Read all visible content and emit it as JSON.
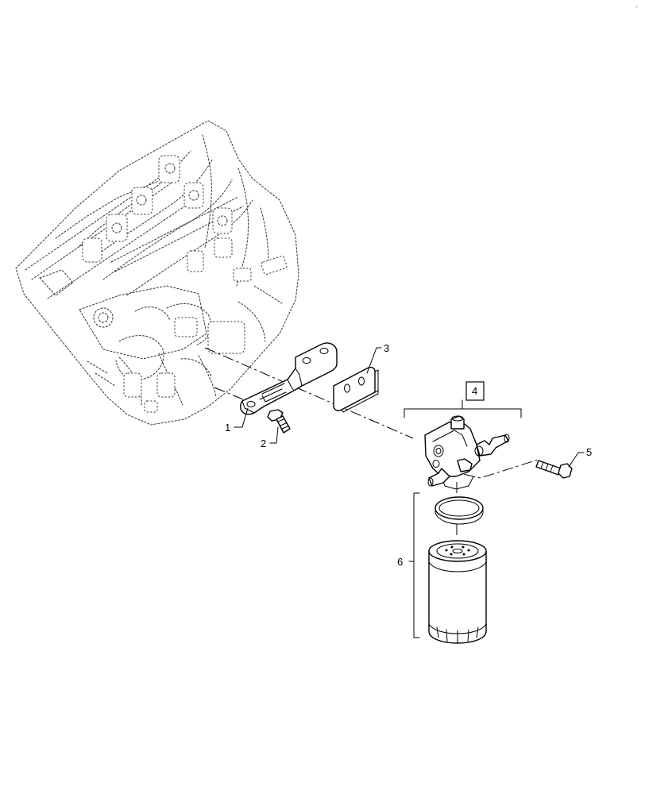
{
  "corner_mark": "′",
  "callouts": [
    {
      "id": "1",
      "label": "1",
      "boxed": false
    },
    {
      "id": "2",
      "label": "2",
      "boxed": false
    },
    {
      "id": "3",
      "label": "3",
      "boxed": false
    },
    {
      "id": "4",
      "label": "4",
      "boxed": true
    },
    {
      "id": "5",
      "label": "5",
      "boxed": false
    },
    {
      "id": "6",
      "label": "6",
      "boxed": false
    }
  ]
}
